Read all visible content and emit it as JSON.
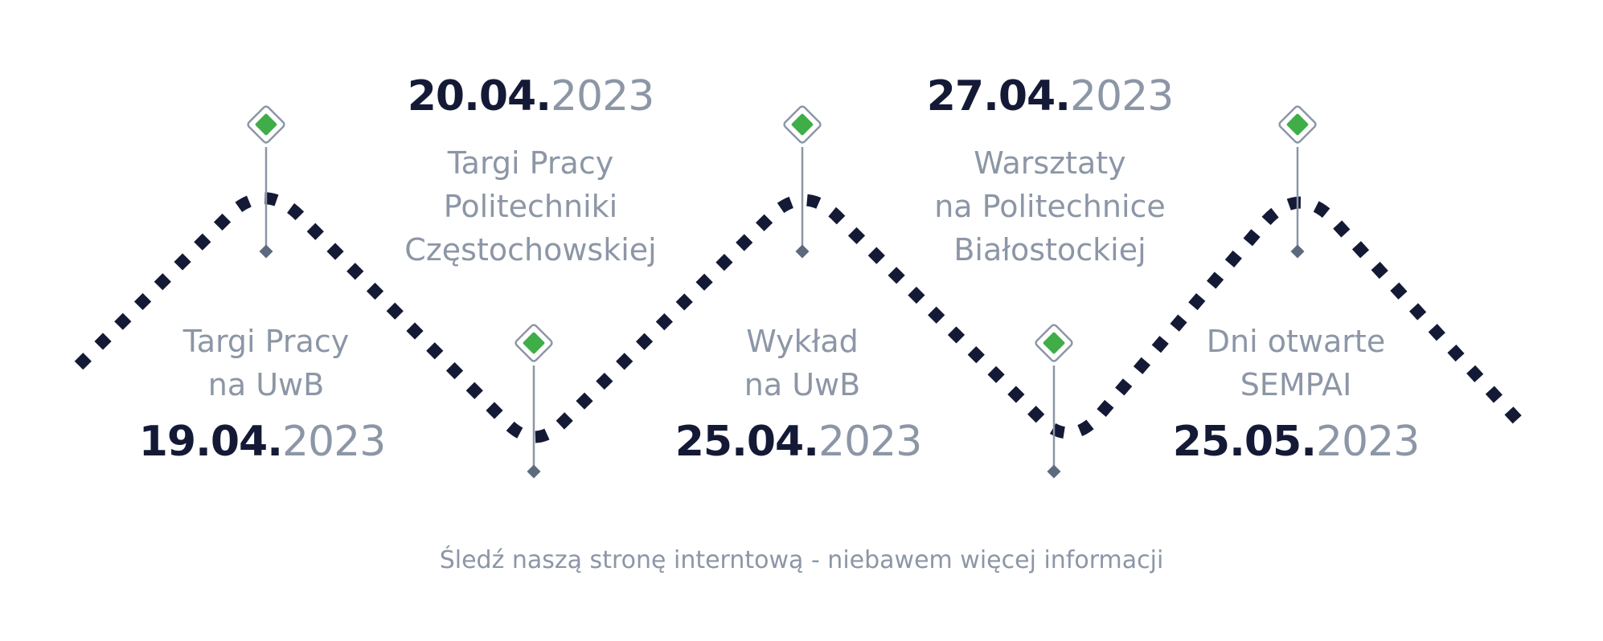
{
  "colors": {
    "path": "#141a36",
    "accent": "#3fad48",
    "marker_stroke": "#8c96a6",
    "stem": "#8c96a6",
    "anchor": "#5d6a7e",
    "muted_text": "#8c96a6"
  },
  "events": [
    {
      "day_month": "19.04.",
      "year": "2023",
      "title_lines": [
        "Targi Pracy",
        "na UwB"
      ]
    },
    {
      "day_month": "20.04.",
      "year": "2023",
      "title_lines": [
        "Targi Pracy",
        "Politechniki",
        "Częstochowskiej"
      ]
    },
    {
      "day_month": "25.04.",
      "year": "2023",
      "title_lines": [
        "Wykład",
        "na UwB"
      ]
    },
    {
      "day_month": "27.04.",
      "year": "2023",
      "title_lines": [
        "Warsztaty",
        "na Politechnice",
        "Białostockiej"
      ]
    },
    {
      "day_month": "25.05.",
      "year": "2023",
      "title_lines": [
        "Dni otwarte",
        "SEMPAI"
      ]
    }
  ],
  "marker_icons": [
    "diamond-pin-icon",
    "diamond-pin-icon",
    "diamond-pin-icon",
    "diamond-pin-icon",
    "diamond-pin-icon",
    "diamond-pin-icon"
  ],
  "footer_text": "Śledź naszą stronę interntową - niebawem więcej informacji"
}
